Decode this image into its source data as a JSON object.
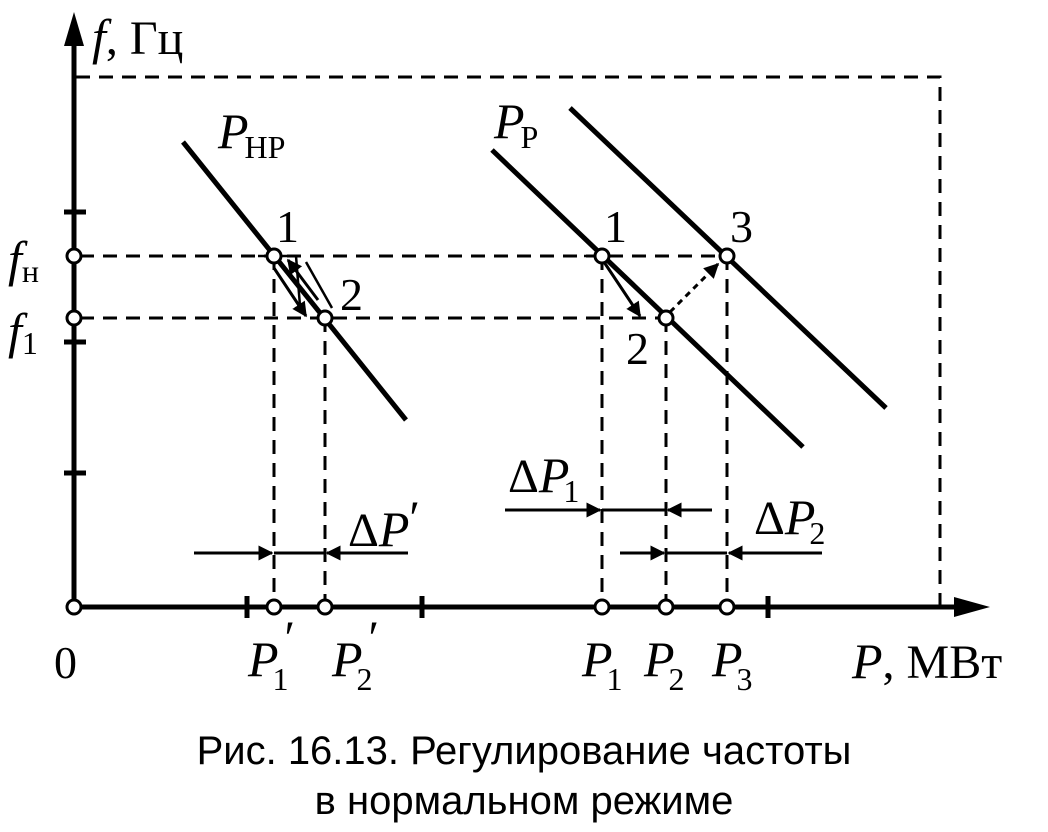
{
  "axes": {
    "y_symbol": "f",
    "y_unit": ", Гц",
    "x_symbol": "P",
    "x_unit": ", МВт",
    "origin": "0"
  },
  "y_ticks": {
    "f_nom": {
      "symbol": "f",
      "sub": "н"
    },
    "f_1": {
      "symbol": "f",
      "sub": "1"
    }
  },
  "x_ticks": {
    "p1_prime": {
      "symbol": "P",
      "sub": "1",
      "mark": "′"
    },
    "p2_prime": {
      "symbol": "P",
      "sub": "2",
      "mark": "′"
    },
    "p1": {
      "symbol": "P",
      "sub": "1"
    },
    "p2": {
      "symbol": "P",
      "sub": "2"
    },
    "p3": {
      "symbol": "P",
      "sub": "3"
    }
  },
  "curves": {
    "nonregulated": {
      "symbol": "P",
      "sub": "НР"
    },
    "regulated": {
      "symbol": "P",
      "sub": "Р"
    }
  },
  "points": {
    "left_1": "1",
    "left_2": "2",
    "right_1": "1",
    "right_2": "2",
    "right_3": "3"
  },
  "deltas": {
    "dp_prime": {
      "delta": "Δ",
      "symbol": "P",
      "mark": "′"
    },
    "dp1": {
      "delta": "Δ",
      "symbol": "P",
      "sub": "1"
    },
    "dp2": {
      "delta": "Δ",
      "symbol": "P",
      "sub": "2"
    }
  },
  "caption": {
    "line1": "Рис. 16.13. Регулирование частоты",
    "line2": "в нормальном режиме"
  }
}
